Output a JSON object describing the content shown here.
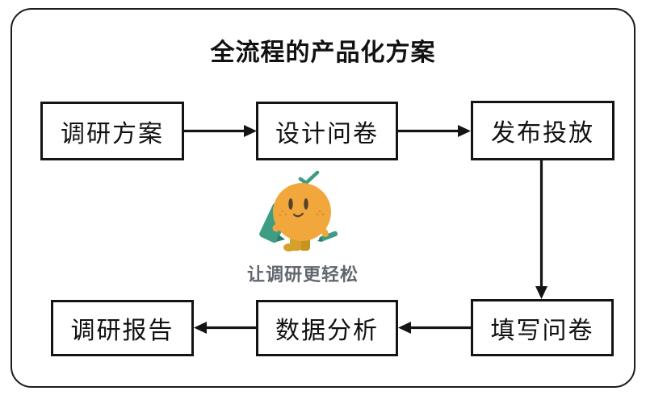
{
  "title": "全流程的产品化方案",
  "mascot": {
    "slogan": "让调研更轻松",
    "name": "orange-fruit-mascot-with-clipboard-and-pencil"
  },
  "flow": {
    "top_row": [
      {
        "label": "调研方案"
      },
      {
        "label": "设计问卷"
      },
      {
        "label": "发布投放"
      }
    ],
    "bottom_row": [
      {
        "label": "调研报告"
      },
      {
        "label": "数据分析"
      },
      {
        "label": "填写问卷"
      }
    ],
    "arrows": [
      {
        "from": "调研方案",
        "to": "设计问卷",
        "direction": "right"
      },
      {
        "from": "设计问卷",
        "to": "发布投放",
        "direction": "right"
      },
      {
        "from": "发布投放",
        "to": "填写问卷",
        "direction": "down"
      },
      {
        "from": "填写问卷",
        "to": "数据分析",
        "direction": "left"
      },
      {
        "from": "数据分析",
        "to": "调研报告",
        "direction": "left"
      }
    ]
  },
  "colors": {
    "outline": "#1a1a1a",
    "slogan_text": "#62676f",
    "mascot_body": "#f2a73d",
    "mascot_teal": "#3e9c84",
    "mascot_teal_dark": "#2c7c6a",
    "mascot_boots": "#d5a02c",
    "mascot_boots_dark": "#c79420",
    "mascot_face": "#54422a",
    "mascot_freckles": "#dd8e33"
  }
}
